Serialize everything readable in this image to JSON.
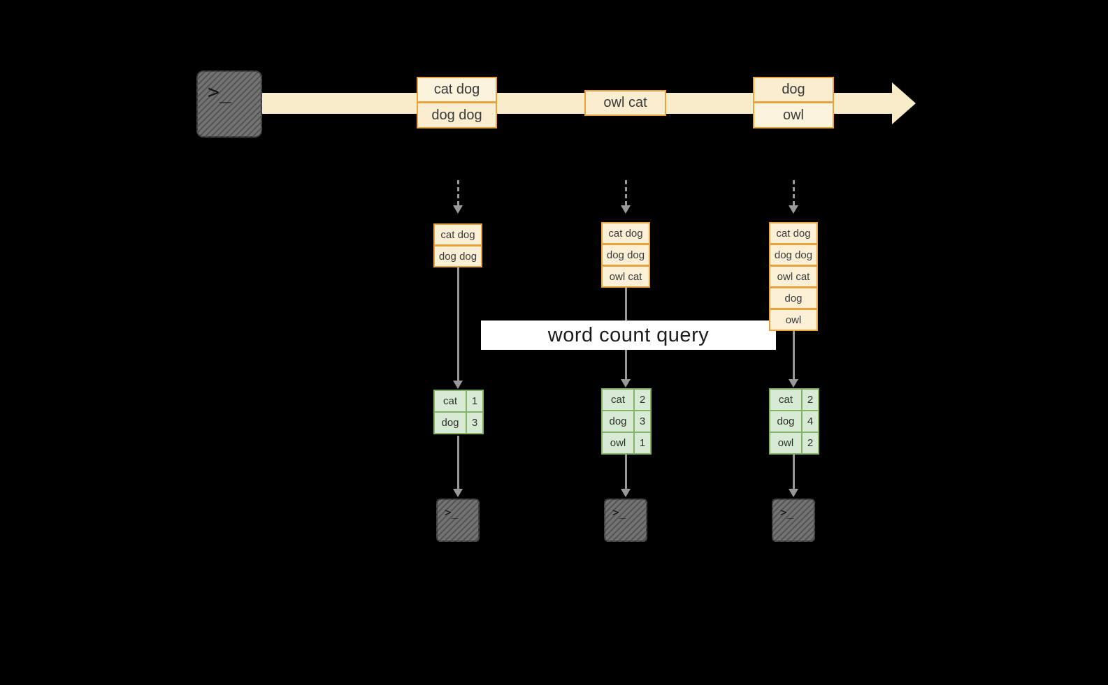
{
  "colors": {
    "background": "#000000",
    "stream_fill": "#F8ECCB",
    "event_fill": "#FCF3DD",
    "event_fill_deep": "#FAEDD0",
    "event_border": "#E8A33D",
    "record_fill": "#FBF0D5",
    "table_fill": "#D7EAD3",
    "table_border": "#82B366",
    "arrow": "#999999",
    "banner_bg": "#FFFFFF",
    "text": "#3A3A3A"
  },
  "terminal_glyph": ">_",
  "query_label": "word count query",
  "stream": {
    "events": [
      {
        "lines": [
          "cat dog",
          "dog dog"
        ]
      },
      {
        "lines": [
          "owl cat"
        ]
      },
      {
        "lines": [
          "dog",
          "owl"
        ]
      }
    ]
  },
  "columns": [
    {
      "records": [
        "cat dog",
        "dog dog"
      ],
      "counts": [
        {
          "word": "cat",
          "count": "1"
        },
        {
          "word": "dog",
          "count": "3"
        }
      ]
    },
    {
      "records": [
        "cat dog",
        "dog dog",
        "owl cat"
      ],
      "counts": [
        {
          "word": "cat",
          "count": "2"
        },
        {
          "word": "dog",
          "count": "3"
        },
        {
          "word": "owl",
          "count": "1"
        }
      ]
    },
    {
      "records": [
        "cat dog",
        "dog dog",
        "owl cat",
        "dog",
        "owl"
      ],
      "counts": [
        {
          "word": "cat",
          "count": "2"
        },
        {
          "word": "dog",
          "count": "4"
        },
        {
          "word": "owl",
          "count": "2"
        }
      ]
    }
  ]
}
